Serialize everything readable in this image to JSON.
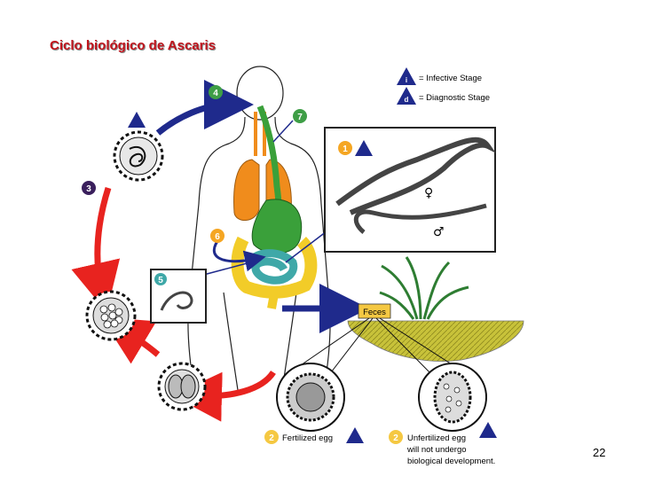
{
  "title": "Ciclo biológico de Ascaris",
  "page_number": "22",
  "legend": {
    "infective_symbol": "i",
    "infective_label": "= Infective Stage",
    "diagnostic_symbol": "d",
    "diagnostic_label": "= Diagnostic Stage"
  },
  "steps": {
    "s1": "1",
    "s2a": "2",
    "s2b": "2",
    "s3": "3",
    "s4": "4",
    "s5": "5",
    "s6": "6",
    "s7": "7"
  },
  "feces_label": "Feces",
  "female_symbol": "♀",
  "male_symbol": "♂",
  "fertilized_label": "Fertilized egg",
  "unfertilized_label_1": "Unfertilized egg",
  "unfertilized_label_2": "will not undergo",
  "unfertilized_label_3": "biological development.",
  "colors": {
    "red_arrow": "#e8231f",
    "blue_arrow": "#1f2a8c",
    "lungs": "#f08c1c",
    "stomach": "#3aa03a",
    "intestine": "#f2cc28",
    "small_intestine": "#3fa8a8",
    "step_circle_green": "#3e9e46",
    "step_circle_orange": "#f5a623",
    "step_circle_purple": "#3a1f5c",
    "feces_box": "#f5c842",
    "soil": "#c8c23a"
  }
}
